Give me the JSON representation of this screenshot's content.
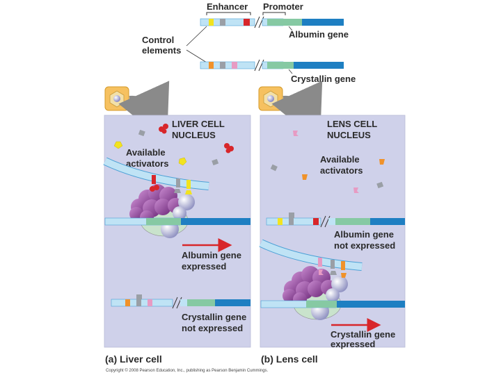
{
  "top": {
    "enhancer_label": "Enhancer",
    "promoter_label": "Promoter",
    "control_label_line1": "Control",
    "control_label_line2": "elements",
    "albumin_gene_label": "Albumin gene",
    "crystallin_gene_label": "Crystallin gene"
  },
  "liver_panel": {
    "title_line1": "LIVER CELL",
    "title_line2": "NUCLEUS",
    "activators_line1": "Available",
    "activators_line2": "activators",
    "albumin_line1": "Albumin gene",
    "albumin_line2": "expressed",
    "crystallin_line1": "Crystallin gene",
    "crystallin_line2": "not expressed",
    "caption": "(a) Liver cell"
  },
  "lens_panel": {
    "title_line1": "LENS CELL",
    "title_line2": "NUCLEUS",
    "activators_line1": "Available",
    "activators_line2": "activators",
    "albumin_line1": "Albumin gene",
    "albumin_line2": "not expressed",
    "crystallin_line1": "Crystallin gene",
    "crystallin_line2": "expressed",
    "caption": "(b) Lens cell"
  },
  "copyright": "Copyright © 2008 Pearson Education, Inc., publishing as Pearson Benjamin Cummings.",
  "colors": {
    "panel_bg": "#cfd1ea",
    "dna_light": "#bfe3f5",
    "dna_dark": "#1e7fc2",
    "gene_green": "#86c9a3",
    "enhancer_yellow": "#f2e31f",
    "enhancer_gray": "#9a9fa6",
    "enhancer_red": "#d8262a",
    "crystallin_orange": "#f0922a",
    "crystallin_pink": "#e79bc3",
    "complex_purple": "#9b3e9b",
    "arrow_red": "#d8262a",
    "signal_box": "#f6c160"
  }
}
